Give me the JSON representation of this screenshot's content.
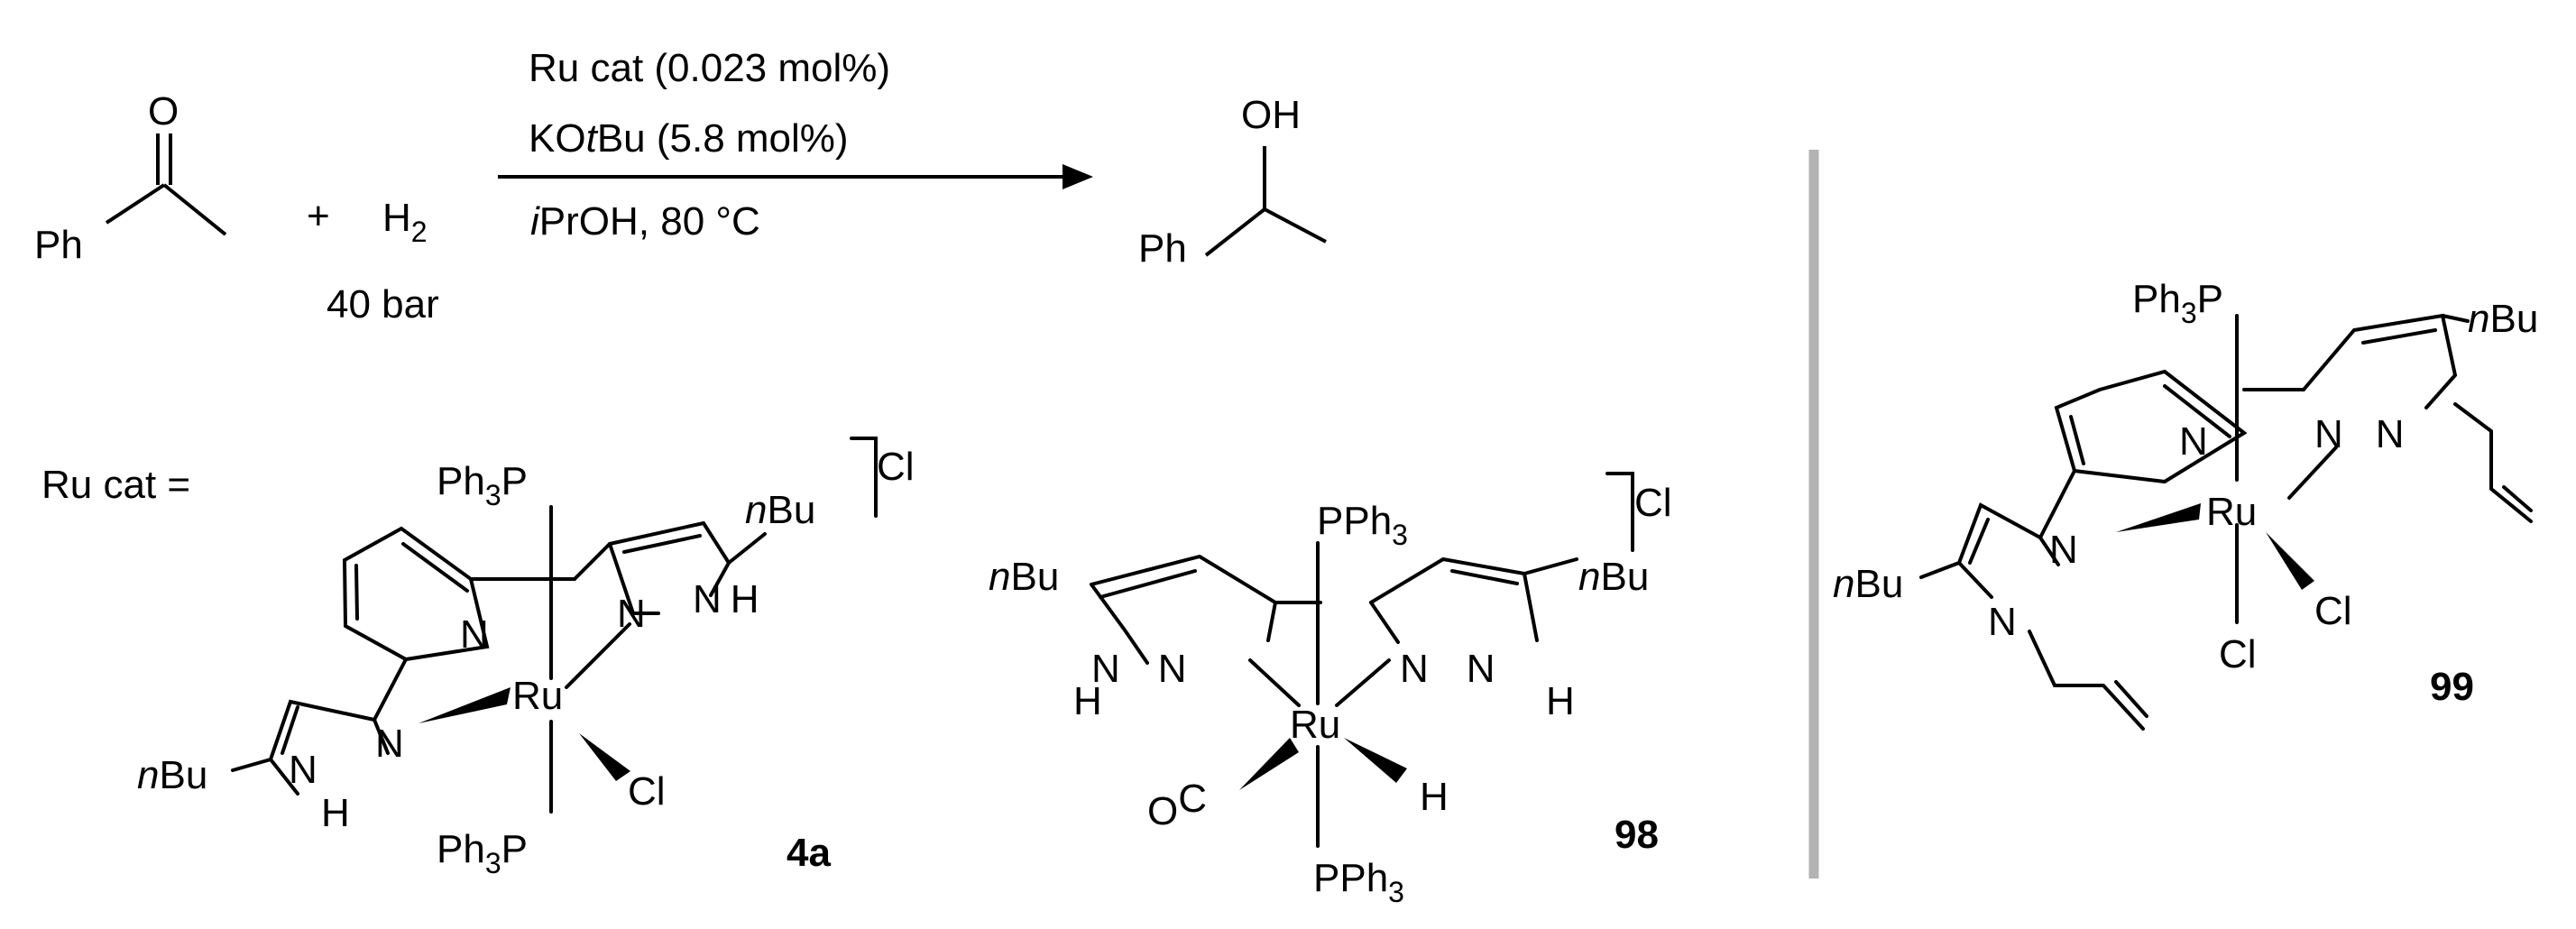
{
  "reaction": {
    "reactant_ph": "Ph",
    "reactant_o": "O",
    "plus": "+",
    "h2_h": "H",
    "h2_sub": "2",
    "pressure": "40 bar",
    "cond_catalyst": "Ru cat (0.023 mol%)",
    "cond_base_ko": "KO",
    "cond_base_t": "t",
    "cond_base_rest": "Bu (5.8 mol%)",
    "cond_solvent_i": "i",
    "cond_solvent_rest": "PrOH, 80 °C",
    "product_oh": "OH",
    "product_ph": "Ph"
  },
  "rucat_label": "Ru cat =",
  "complex_4a": {
    "label": "4a",
    "ph3p_top": "Ph",
    "ph3p_top_sub": "3",
    "ph3p_top_p": "P",
    "ph3p_bottom": "Ph",
    "ph3p_bottom_sub": "3",
    "ph3p_bottom_p": "P",
    "ru": "Ru",
    "cl_ligand": "Cl",
    "cl_counterion": "Cl",
    "n_pyridine": "N",
    "n_pz_right_1": "N",
    "n_pz_right_2": "N",
    "h_pz_right": "H",
    "n_pz_left_1": "N",
    "n_pz_left_2": "N",
    "h_pz_left": "H",
    "nbu_right_n": "n",
    "nbu_right_bu": "Bu",
    "nbu_left_n": "n",
    "nbu_left_bu": "Bu"
  },
  "complex_98": {
    "label": "98",
    "pph3_top": "PPh",
    "pph3_top_sub": "3",
    "pph3_bottom": "PPh",
    "pph3_bottom_sub": "3",
    "ru": "Ru",
    "co_o": "O",
    "co_c": "C",
    "hydride": "H",
    "cl_counterion": "Cl",
    "n_left_1": "N",
    "n_left_2": "N",
    "h_left": "H",
    "n_right_1": "N",
    "n_right_2": "N",
    "h_right": "H",
    "nbu_left_n": "n",
    "nbu_left_bu": "Bu",
    "nbu_right_n": "n",
    "nbu_right_bu": "Bu"
  },
  "complex_99": {
    "label": "99",
    "ph3p": "Ph",
    "ph3p_sub": "3",
    "ph3p_p": "P",
    "ru": "Ru",
    "cl_1": "Cl",
    "cl_2": "Cl",
    "n_pyridine": "N",
    "n_pz_right_1": "N",
    "n_pz_right_2": "N",
    "n_pz_left_1": "N",
    "n_pz_left_2": "N",
    "nbu_right_n": "n",
    "nbu_right_bu": "Bu",
    "nbu_left_n": "n",
    "nbu_left_bu": "Bu"
  },
  "colors": {
    "ink": "#000000",
    "separator": "#b3b3b3"
  }
}
